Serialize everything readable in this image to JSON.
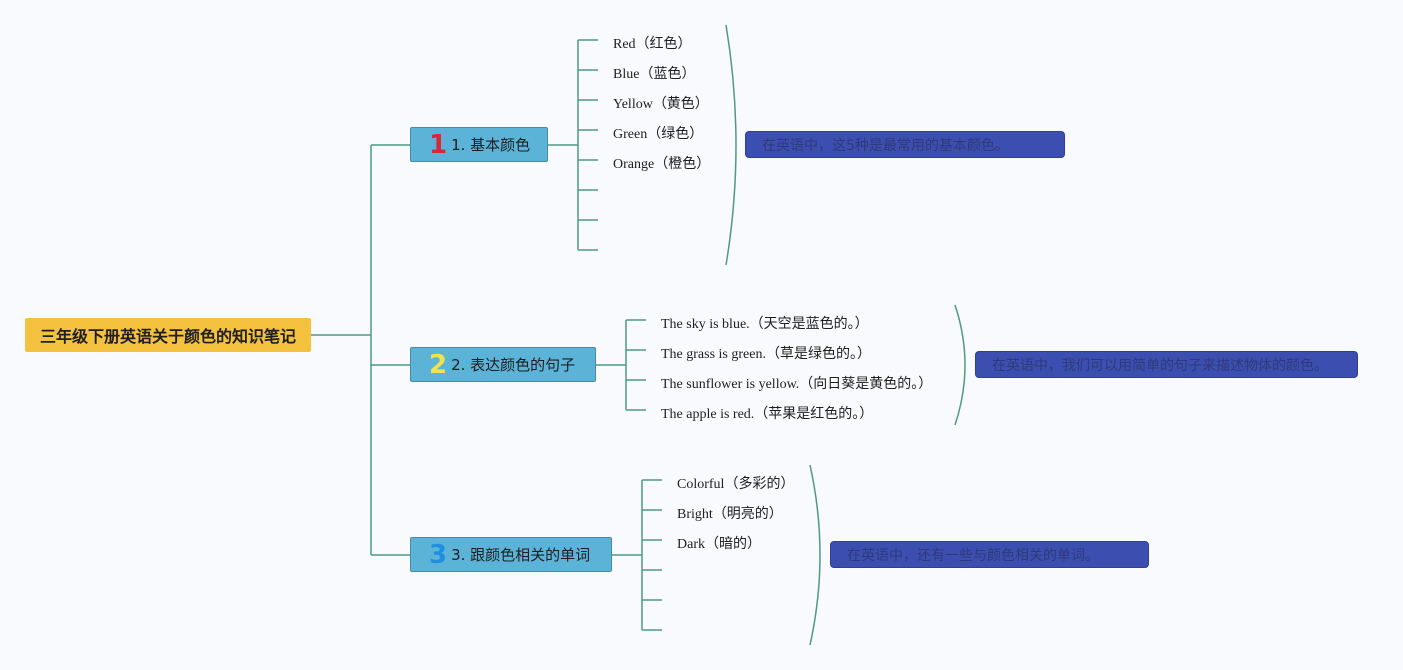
{
  "root": {
    "title": "三年级下册英语关于颜色的知识笔记"
  },
  "branches": [
    {
      "num": "1",
      "num_color": "#d6283a",
      "label": "1. 基本颜色",
      "items": [
        "Red（红色）",
        "Blue（蓝色）",
        "Yellow（黄色）",
        "Green（绿色）",
        "Orange（橙色）",
        "",
        "",
        ""
      ],
      "note": "在英语中，这5种是最常用的基本颜色。"
    },
    {
      "num": "2",
      "num_color": "#f2e24c",
      "label": "2. 表达颜色的句子",
      "items": [
        "The sky is blue.（天空是蓝色的。）",
        "The grass is green.（草是绿色的。）",
        "The sunflower is yellow.（向日葵是黄色的。）",
        "The apple is red.（苹果是红色的。）"
      ],
      "note": "在英语中，我们可以用简单的句子来描述物体的颜色。"
    },
    {
      "num": "3",
      "num_color": "#1f8fe0",
      "label": "3. 跟颜色相关的单词",
      "items": [
        "Colorful（多彩的）",
        "Bright（明亮的）",
        "Dark（暗的）",
        "",
        "",
        ""
      ],
      "note": "在英语中，还有一些与颜色相关的单词。"
    }
  ],
  "colors": {
    "line": "#4e9a83",
    "root_bg": "#f4c23f",
    "branch_bg": "#5cb3d8",
    "note_bg": "#3c4fb0"
  }
}
